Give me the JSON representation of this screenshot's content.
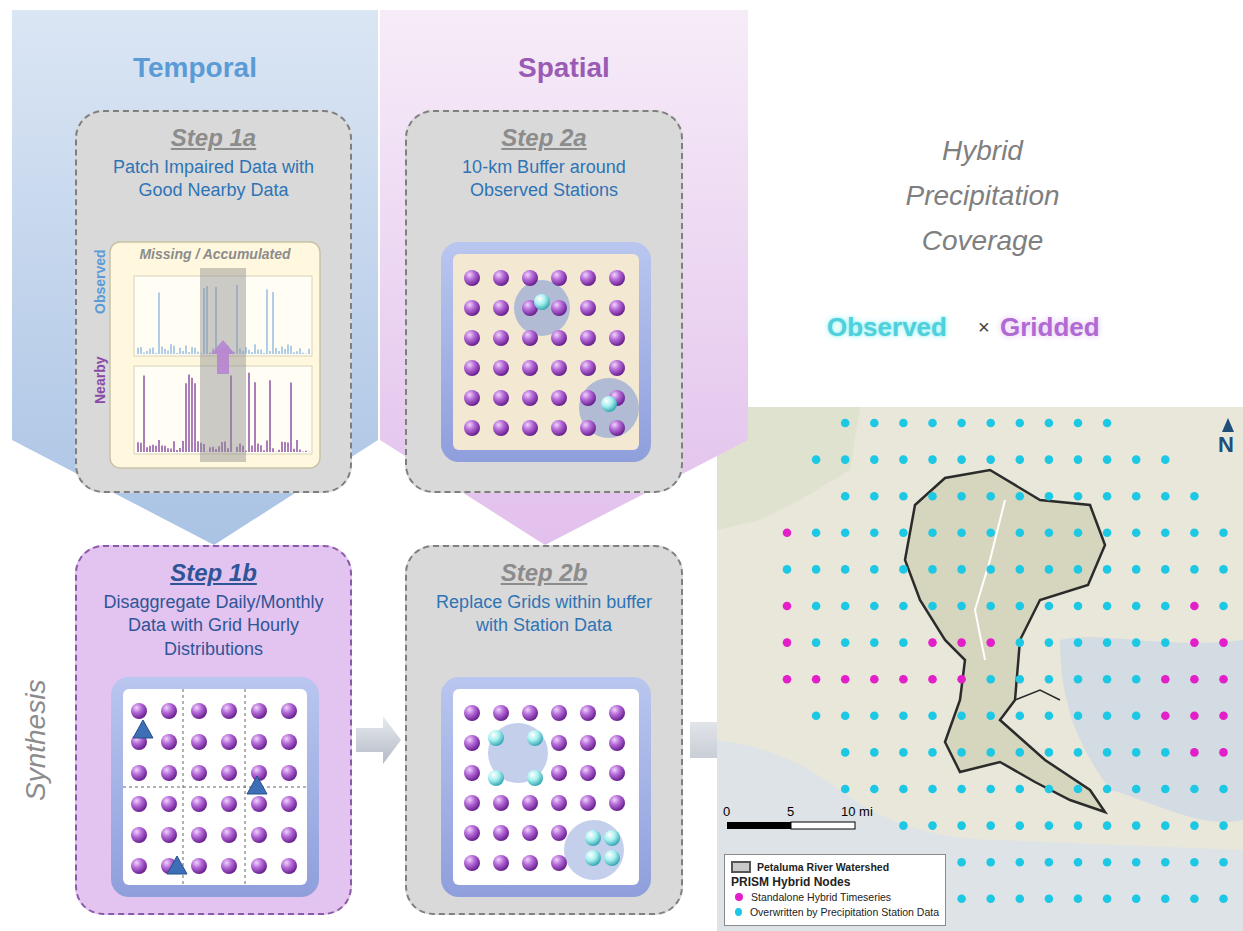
{
  "diagram": {
    "nodes": [
      {
        "text": [
          "Temporal"
        ]
      },
      {
        "text": [
          "Step 1a",
          "Patch Impaired Data with Good Nearby Data"
        ],
        "in": 0
      },
      {
        "text": [
          "Spatial"
        ]
      },
      {
        "text": [
          "Step 2a",
          "10-km Buffer around Observed Stations"
        ],
        "in": 2
      },
      {
        "text": [
          "Step 1b",
          "Disaggregate Daily/Monthly Data with Grid Hourly Distributions"
        ]
      },
      {
        "text": [
          "Step 2b",
          "Replace Grids within buffer with Station Data"
        ]
      }
    ],
    "edges": [
      {
        "from": 4,
        "to": 5,
        "arrow": "to"
      }
    ],
    "labels": [
      "Missing / Accumulated",
      "Observed",
      "Nearby",
      "Hybrid Precipitation Coverage",
      "Observed",
      "×",
      "Gridded",
      "Synthesis",
      "0",
      "5",
      "10 mi",
      "N",
      "PRISM Hybrid Nodes"
    ],
    "legend": [
      {
        "text": "Petaluma River Watershed"
      },
      {
        "text": "Standalone Hybrid Timeseries",
        "color": "#e21fc8"
      },
      {
        "text": "Overwritten by Precipitation Station Data",
        "color": "#1cc8e3"
      }
    ]
  }
}
